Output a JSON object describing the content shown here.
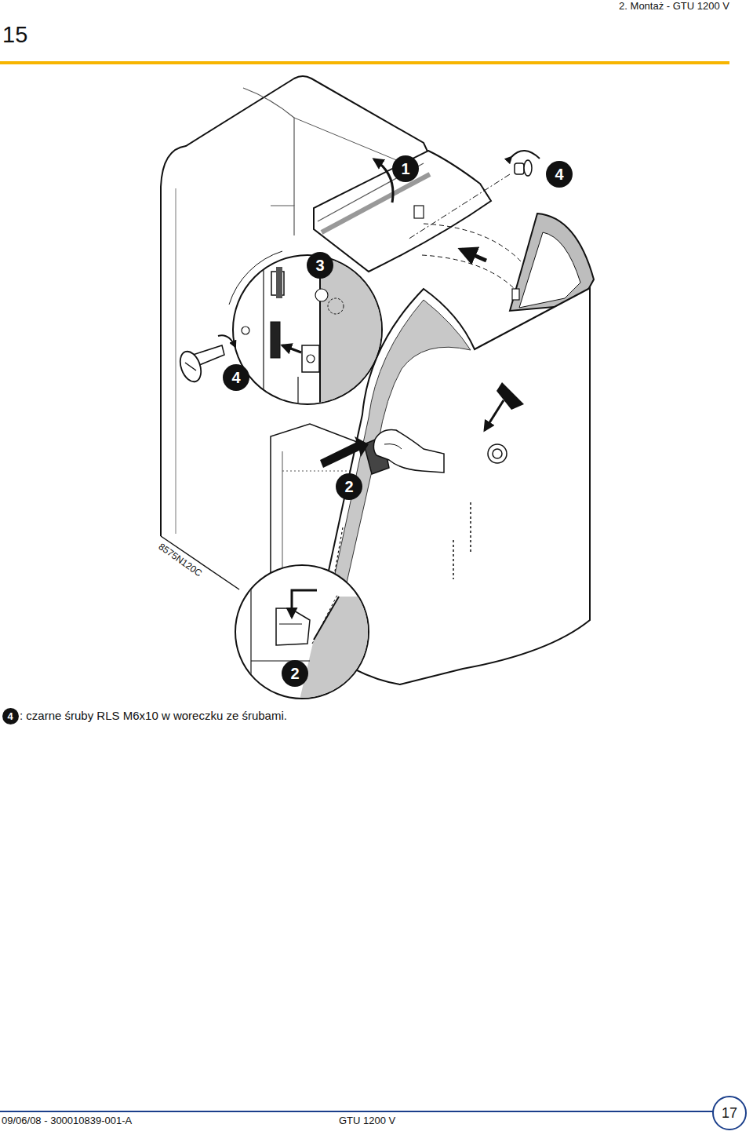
{
  "diagram": {
    "nodes": [
      {
        "text": [
          "1"
        ]
      },
      {
        "text": [
          "4"
        ]
      },
      {
        "text": [
          "3"
        ]
      },
      {
        "text": [
          "4"
        ]
      },
      {
        "text": [
          "2"
        ]
      },
      {
        "text": [
          "2"
        ]
      },
      {
        "text": [
          "4"
        ]
      },
      {
        "text": [
          "17"
        ]
      }
    ],
    "labels": [
      "2. Montaż - GTU 1200 V",
      "15",
      "8575N120C",
      ": czarne śruby RLS M6x10 w woreczku ze śrubami.",
      "09/06/08 - 300010839-001-A",
      "GTU 1200 V"
    ]
  }
}
